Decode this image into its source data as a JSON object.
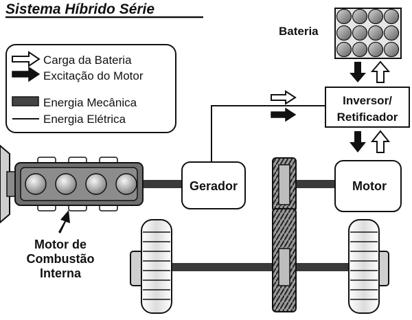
{
  "title": "Sistema Híbrido Série",
  "legend": {
    "items": [
      {
        "icon": "outline-arrow-icon",
        "label": "Carga da Bateria"
      },
      {
        "icon": "solid-arrow-icon",
        "label": "Excitação do Motor"
      },
      {
        "icon": "thick-bar-icon",
        "label": "Energia Mecânica"
      },
      {
        "icon": "thin-line-icon",
        "label": "Energia Elétrica"
      }
    ]
  },
  "components": {
    "battery": "Bateria",
    "inverter_line1": "Inversor/",
    "inverter_line2": "Retificador",
    "generator": "Gerador",
    "motor": "Motor",
    "engine_line1": "Motor de",
    "engine_line2": "Combustão",
    "engine_line3": "Interna"
  },
  "colors": {
    "ink": "#111111",
    "mechanical": "#3a3a3a",
    "component_fill": "#ffffff",
    "battery_cell": "#8a8a8a",
    "engine_body": "#6e6e6e"
  }
}
